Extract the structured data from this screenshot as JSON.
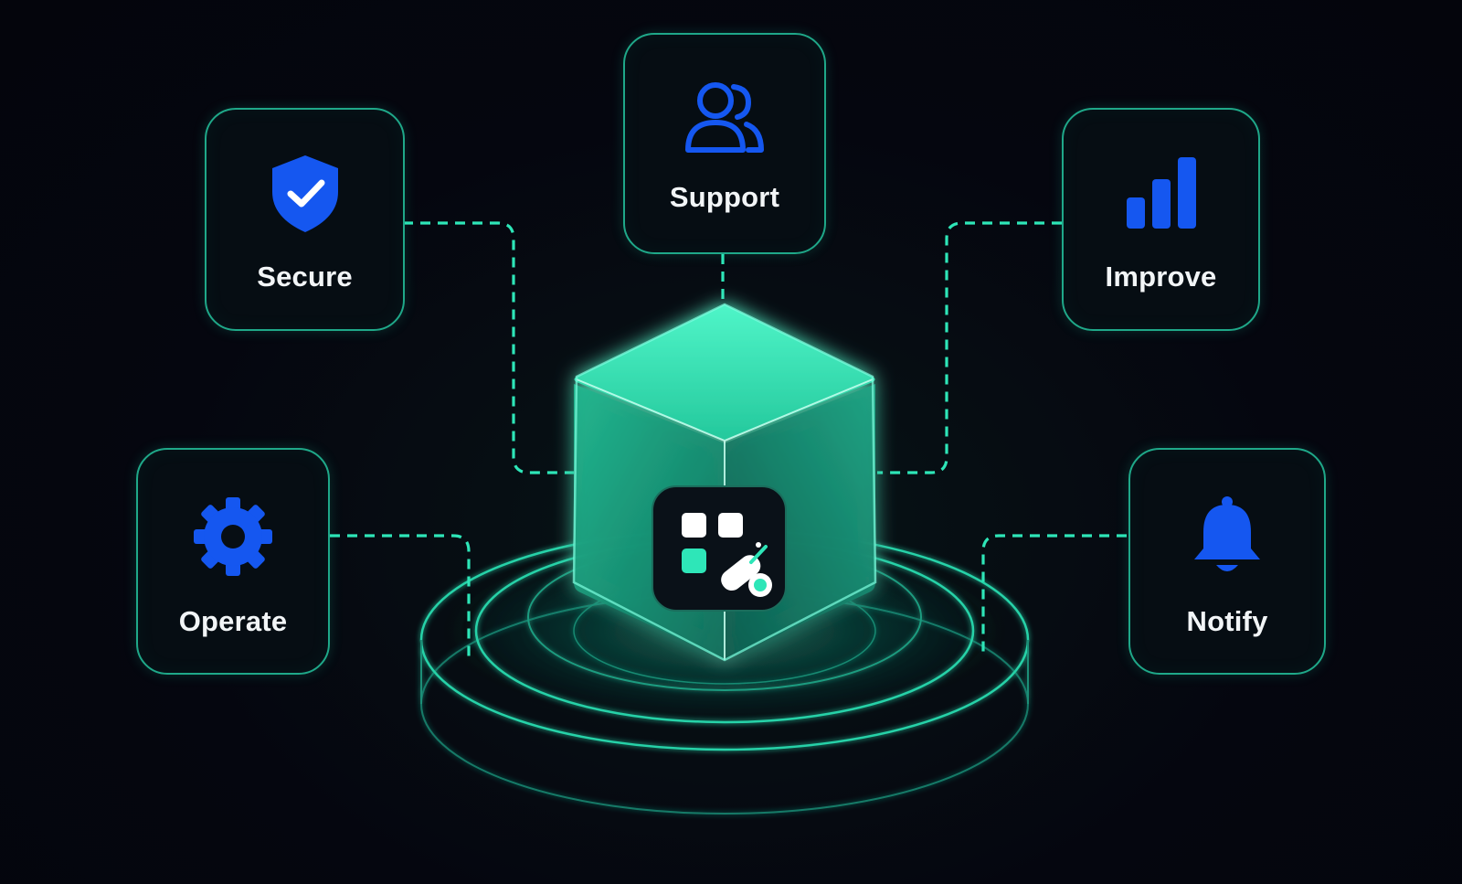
{
  "nodes": {
    "secure": {
      "label": "Secure",
      "icon": "shield-check-icon"
    },
    "support": {
      "label": "Support",
      "icon": "users-icon"
    },
    "improve": {
      "label": "Improve",
      "icon": "bar-chart-icon"
    },
    "operate": {
      "label": "Operate",
      "icon": "gear-icon"
    },
    "notify": {
      "label": "Notify",
      "icon": "bell-icon"
    }
  },
  "hub": {
    "icon": "apps-tools-icon"
  },
  "colors": {
    "background": "#05060f",
    "accent_teal": "#2ee6b8",
    "node_border": "#1fa889",
    "icon_blue": "#1557f0",
    "label_text": "#f2f5f7"
  }
}
